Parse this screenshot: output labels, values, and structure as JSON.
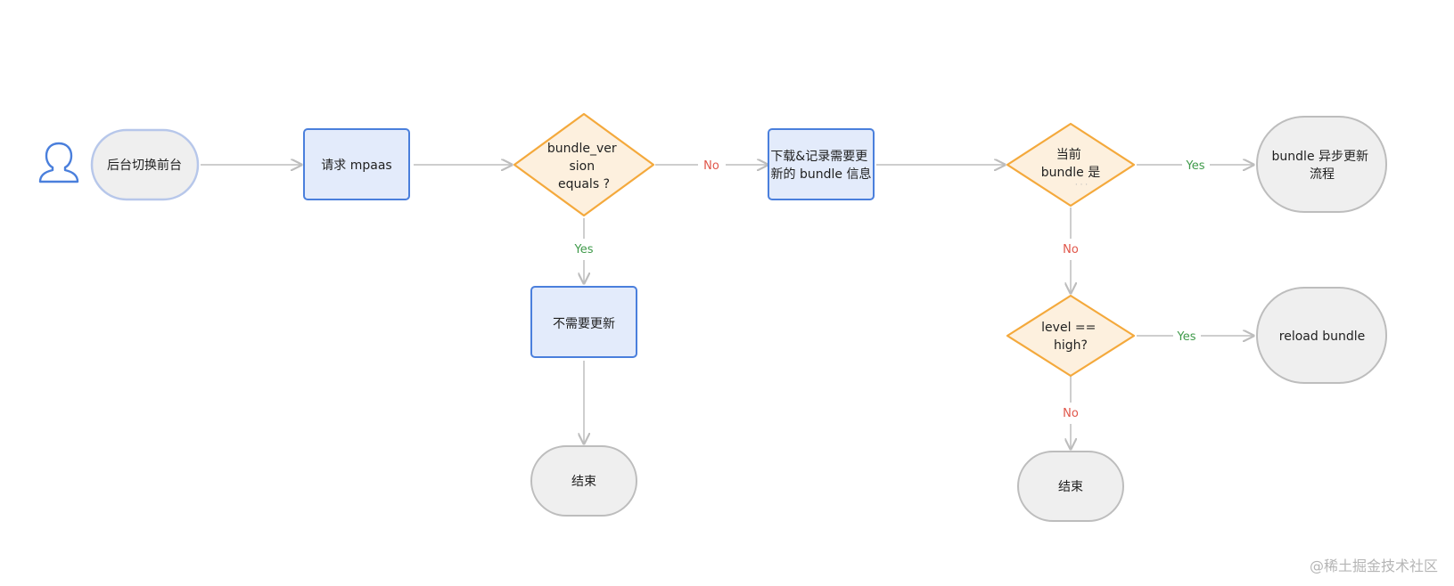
{
  "colors": {
    "process_fill": "#e3ebfb",
    "process_stroke": "#4a7fdc",
    "decision_fill": "#fdf0de",
    "decision_stroke": "#f4a93c",
    "terminal_fill": "#efefef",
    "terminal_stroke": "#bdbdbd",
    "start_stroke": "#b7c7ea",
    "edge": "#bdbdbd",
    "yes_label": "#3f9a4a",
    "no_label": "#e0564a",
    "user_icon": "#4a7fdc"
  },
  "icons": {
    "actor": "user-icon"
  },
  "nodes": {
    "start": {
      "lines": [
        "后台切换前台"
      ]
    },
    "request": {
      "lines": [
        "请求 mpaas"
      ]
    },
    "check_version": {
      "lines": [
        "bundle_ver",
        "sion",
        "equals ?"
      ]
    },
    "no_update": {
      "lines": [
        "不需要更新"
      ]
    },
    "end_left": {
      "lines": [
        "结束"
      ]
    },
    "download": {
      "lines": [
        "下载&记录需要更",
        "新的 bundle 信息"
      ]
    },
    "current_bundle": {
      "lines": [
        "当前",
        "bundle 是"
      ],
      "truncated_hint": "· · ·"
    },
    "async_update": {
      "lines": [
        "bundle 异步更新",
        "流程"
      ]
    },
    "level_high": {
      "lines": [
        "level ==",
        "high?"
      ]
    },
    "reload": {
      "lines": [
        "reload bundle"
      ]
    },
    "end_right": {
      "lines": [
        "结束"
      ]
    }
  },
  "edges": {
    "version_no": "No",
    "version_yes": "Yes",
    "current_yes": "Yes",
    "current_no": "No",
    "level_yes": "Yes",
    "level_no": "No"
  },
  "watermark": "@稀土掘金技术社区"
}
